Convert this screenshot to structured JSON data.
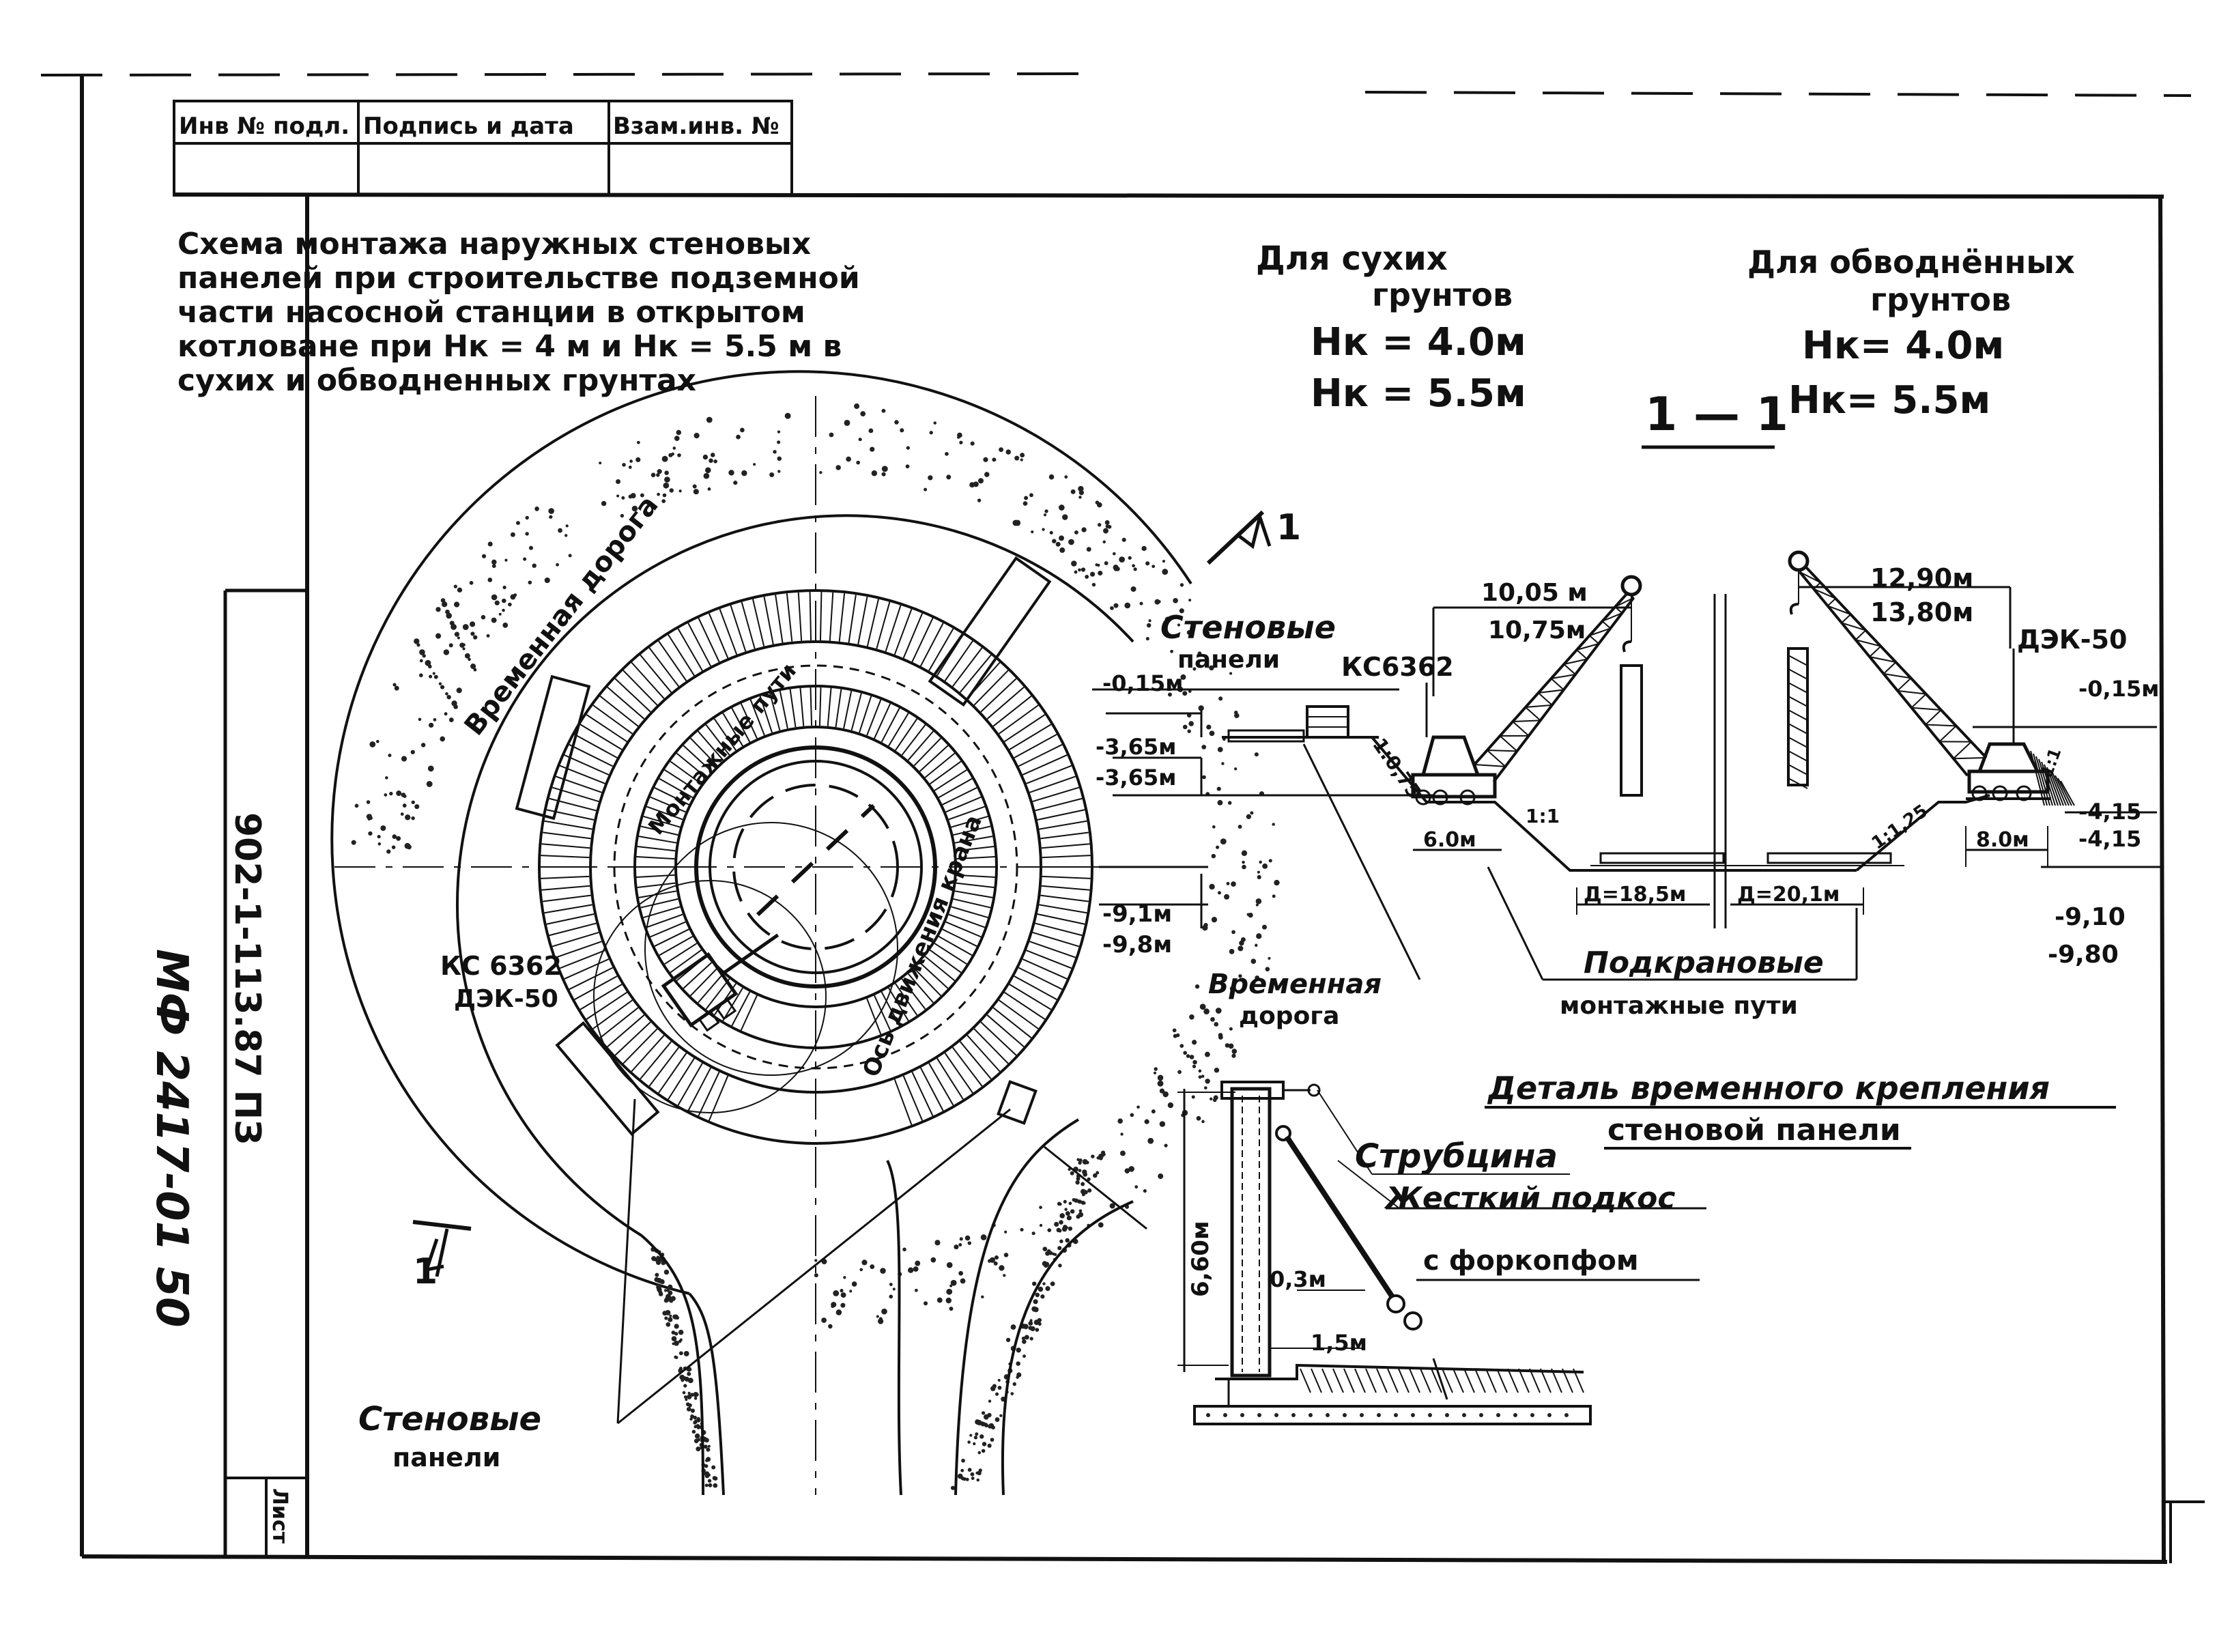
{
  "stamp": {
    "col1": "Инв № подл.",
    "col2": "Подпись и дата",
    "col3": "Взам.инв. №"
  },
  "side": {
    "project_code": "902-1-113.87 ПЗ",
    "archive_no": "МФ 2417-01 50",
    "sheet_label": "Лист"
  },
  "title_lines": [
    "Схема монтажа наружных стеновых",
    "панелей при строительстве подземной",
    "части насосной станции в открытом",
    "котловане при Нк = 4 м и Нк = 5.5 м в",
    "сухих и обводненных грунтах"
  ],
  "dry": {
    "heading1": "Для сухих",
    "heading2": "грунтов",
    "h1": "Нк = 4.0м",
    "h2": "Нк = 5.5м"
  },
  "wet": {
    "heading1": "Для обводнённых",
    "heading2": "грунтов",
    "h1": "Нк= 4.0м",
    "h2": "Нк= 5.5м"
  },
  "section_title": "1 — 1",
  "plan": {
    "road_label": "Временная дорога",
    "rails_label": "Монтажные пути",
    "crane_axis_label": "Ось движения крана",
    "crane_label_1": "КС 6362",
    "crane_label_2": "ДЭК-50",
    "panels_label_1": "Стеновые",
    "panels_label_2": "панели",
    "cut_mark_top": "1",
    "cut_mark_bottom": "1"
  },
  "section": {
    "panels_label_1": "Стеновые",
    "panels_label_2": "панели",
    "crane_left": "КС6362",
    "crane_right": "ДЭК-50",
    "reach_left_1": "10,05 м",
    "reach_left_2": "10,75м",
    "reach_right_1": "12,90м",
    "reach_right_2": "13,80м",
    "lvl_top_left": "-0,15м",
    "lvl_l1": "-3,65м",
    "lvl_l2": "-3,65м",
    "lvl_l3": "-9,1м",
    "lvl_l4": "-9,8м",
    "lvl_top_right": "-0,15м",
    "lvl_r1": "-4,15",
    "lvl_r2": "-4,15",
    "lvl_r3": "-9,10",
    "lvl_r4": "-9,80",
    "slope_1": "1:0,75",
    "slope_2": "1:1",
    "slope_3": "1:1,25",
    "slope_4": "1:1",
    "width_left": "6.0м",
    "width_right": "8.0м",
    "dia_left": "Д=18,5м",
    "dia_right": "Д=20,1м",
    "road_label_1": "Временная",
    "road_label_2": "дорога",
    "rails_label_1": "Подкрановые",
    "rails_label_2": "монтажные пути"
  },
  "detail": {
    "title_1": "Деталь временного крепления",
    "title_2": "стеновой панели",
    "clamp": "Струбцина",
    "brace_1": "Жесткий подкос",
    "brace_2": "с форкопфом",
    "height": "6,60м",
    "d1": "0,3м",
    "d2": "1,5м"
  }
}
